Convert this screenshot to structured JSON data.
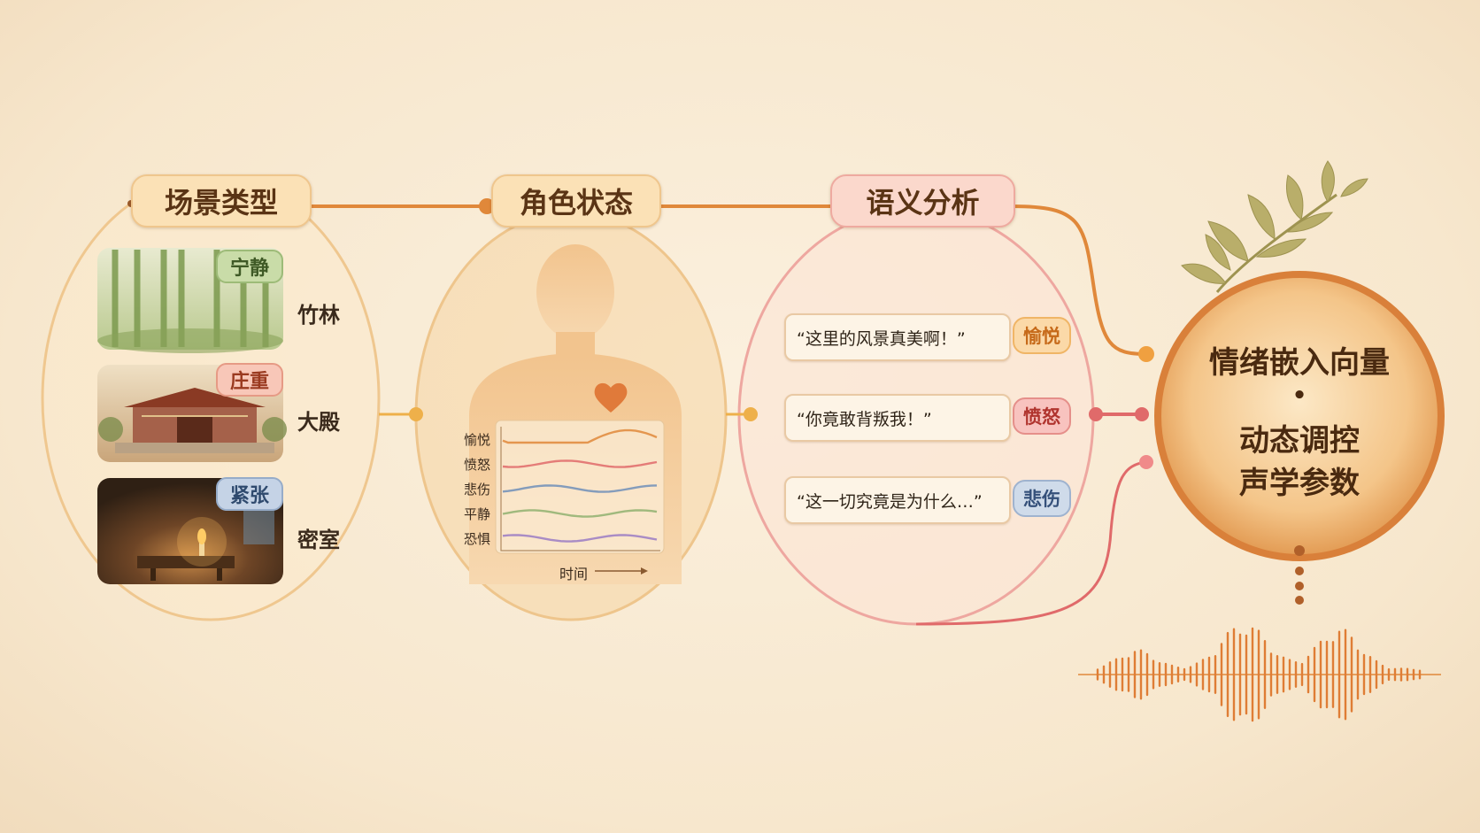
{
  "headers": {
    "scene": "场景类型",
    "character": "角色状态",
    "semantic": "语义分析"
  },
  "scenes": [
    {
      "label": "竹林",
      "mood": "宁静"
    },
    {
      "label": "大殿",
      "mood": "庄重"
    },
    {
      "label": "密室",
      "mood": "紧张"
    }
  ],
  "emotions": [
    "愉悦",
    "愤怒",
    "悲伤",
    "平静",
    "恐惧"
  ],
  "time_label": "时间",
  "quotes": [
    {
      "text": "“这里的风景真美啊！”",
      "emotion": "愉悦"
    },
    {
      "text": "“你竟敢背叛我！”",
      "emotion": "愤怒"
    },
    {
      "text": "“这一切究竟是为什么…”",
      "emotion": "悲伤"
    }
  ],
  "core": {
    "line1": "情绪嵌入向量",
    "bullet": "•",
    "line2": "动态调控",
    "line3": "声学参数"
  },
  "colors": {
    "orange": "#e0883a",
    "red": "#e06a6a",
    "blue": "#6f8fb8",
    "green": "#8fb070",
    "purple": "#9a7bc4",
    "brown": "#5a3415"
  }
}
